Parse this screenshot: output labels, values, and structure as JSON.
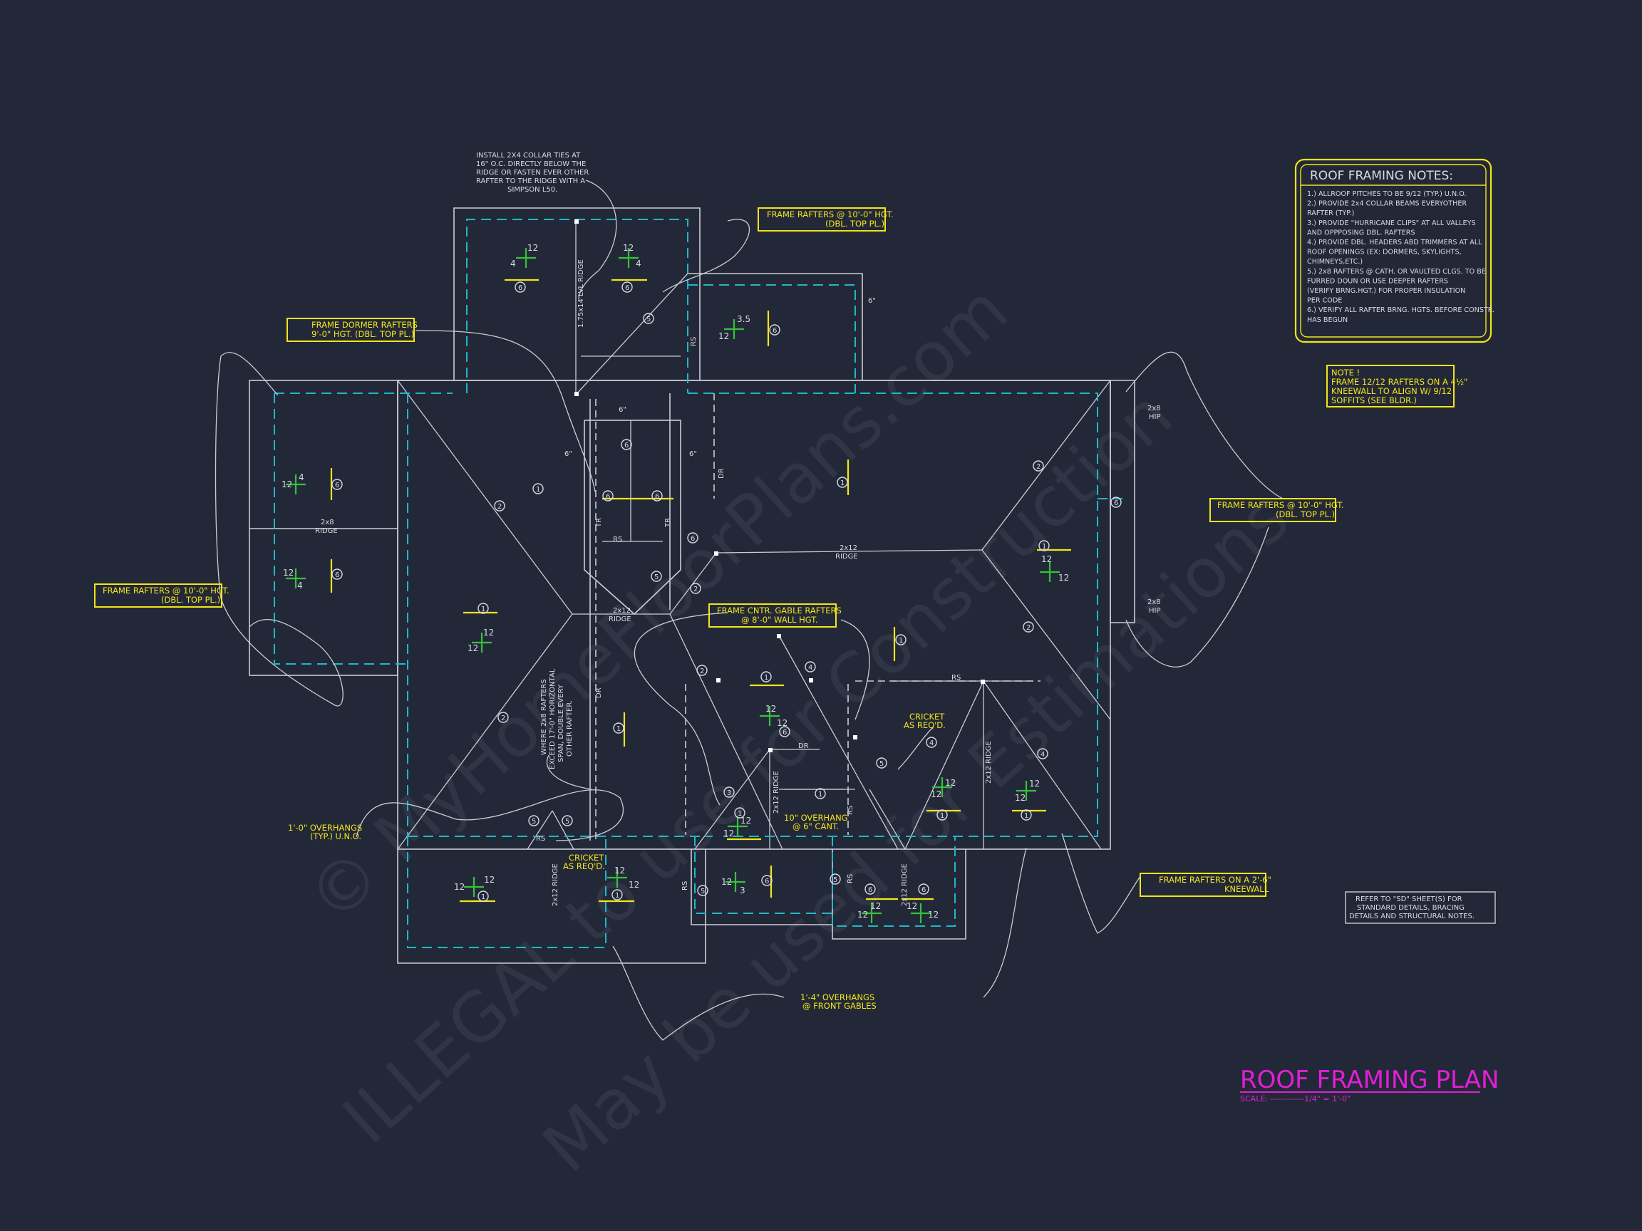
{
  "title": "ROOF FRAMING PLAN",
  "scale": "SCALE: ------------1/4\" = 1'-0\"",
  "watermarks": [
    "© MyHomeFloorPlans.com",
    "ILLEGAL to use for Construction",
    "May be used for Estimations"
  ],
  "notes_panel": {
    "heading": "ROOF FRAMING NOTES:",
    "lines": [
      "1.) ALLROOF PITCHES TO BE  9/12 (TYP.) U.N.O.",
      "2.) PROVIDE 2x4 COLLAR BEAMS EVERYOTHER",
      "     RAFTER (TYP.)",
      "3.) PROVIDE \"HURRICANE CLIPS\" AT ALL VALLEYS",
      "     AND OPPPOSING DBL. RAFTERS",
      "4.) PROVIDE DBL. HEADERS ABD TRIMMERS AT ALL",
      "     ROOF OPENINGS (EX: DORMERS, SKYLIGHTS,",
      "     CHIMNEYS,ETC.)",
      "5.) 2x8 RAFTERS @ CATH. OR VAULTED CLGS. TO BE",
      "     FURRED DOUN OR USE DEEPER RAFTERS",
      "     (VERIFY BRNG.HGT.) FOR PROPER INSULATION",
      "     PER CODE",
      "6.) VERIFY ALL RAFTER BRNG. HGTS. BEFORE CONSTR.",
      "     HAS BEGUN"
    ]
  },
  "note_box": [
    "NOTE !",
    "FRAME 12/12 RAFTERS ON A 4½\"",
    "KNEEWALL TO ALIGN W/ 9/12",
    "SOFFITS (SEE BLDR.)"
  ],
  "refer_note": [
    "REFER TO \"SD\" SHEET(S) FOR",
    "STANDARD DETAILS, BRACING",
    "DETAILS AND STRUCTURAL NOTES."
  ],
  "callouts": {
    "collar_ties": [
      "INSTALL 2X4 COLLAR TIES AT",
      "16\" O.C. DIRECTLY BELOW THE",
      "RIDGE OR FASTEN EVER OTHER",
      "RAFTER TO THE RIDGE WITH A",
      "SIMPSON L50."
    ],
    "rafters_top_right": [
      "FRAME RAFTERS @ 10'-0\" HGT.",
      "(DBL. TOP PL.)"
    ],
    "dormer": [
      "FRAME DORMER RAFTERS",
      "9'-0\" HGT. (DBL. TOP PL.)"
    ],
    "rafters_left": [
      "FRAME RAFTERS @ 10'-0\" HGT.",
      "(DBL. TOP PL.)"
    ],
    "rafters_right": [
      "FRAME RAFTERS @ 10'-0\" HGT.",
      "(DBL. TOP PL.)"
    ],
    "center_gable": [
      "FRAME CNTR. GABLE RAFTERS",
      "@ 8'-0\" WALL HGT."
    ],
    "kneewall": [
      "FRAME RAFTERS ON A 2'-6\"",
      "KNEEWALL"
    ],
    "overhangs": [
      "1'-0\" OVERHANGS",
      "(TYP.) U.N.O."
    ],
    "front_gables": [
      "1'-4\" OVERHANGS",
      "@ FRONT GABLES"
    ],
    "cricket_1": [
      "CRICKET",
      "AS REQ'D."
    ],
    "cricket_2": [
      "CRICKET",
      "AS REQ'D."
    ],
    "overhang_cant": [
      "10\" OVERHANG",
      "@ 6\" CANT."
    ],
    "double_rafters": [
      "WHERE 2x8 RAFTERS",
      "EXCEED 17'-0\" HORIZONTAL",
      "SPAN, DOUBLE EVERY",
      "OTHER RAFTER."
    ]
  },
  "labels": {
    "ridge_left": [
      "2x8",
      "RIDGE"
    ],
    "ridge_center": [
      "2x12",
      "RIDGE"
    ],
    "ridge_mid": [
      "2x12",
      "RIDGE"
    ],
    "hip_top": [
      "2x8",
      "HIP"
    ],
    "hip_bottom": [
      "2x8",
      "HIP"
    ],
    "lvl_ridge": "1.75x14 LVL RIDGE",
    "dr": "DR",
    "rs": "RS",
    "tr": "TR",
    "ridge_vert": "2x12 RIDGE",
    "six_in": "6\""
  },
  "pitches": {
    "twelve": "12",
    "four": "4",
    "three_five": "3.5",
    "three": "3"
  },
  "tags": [
    "1",
    "2",
    "3",
    "4",
    "5",
    "6"
  ],
  "colors": {
    "background": "#232838",
    "linework": "#c9cdd6",
    "plate_line": "#1fb8c8",
    "callout": "#f2e51a",
    "pitch_symbol": "#36c23a",
    "title": "#e21fd6"
  }
}
